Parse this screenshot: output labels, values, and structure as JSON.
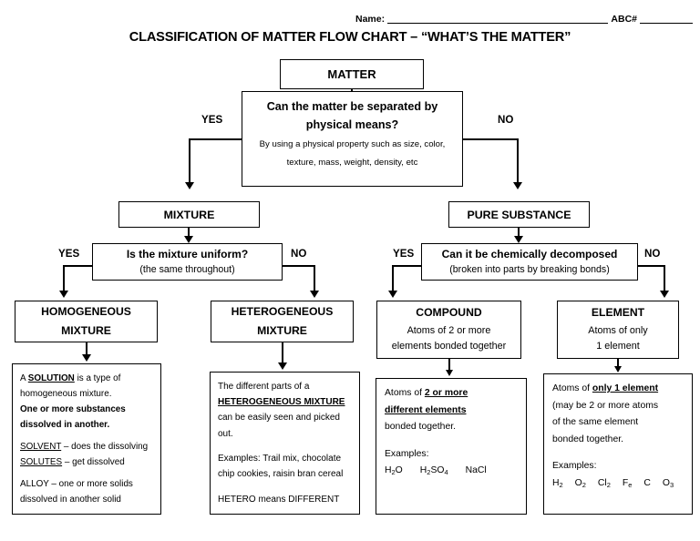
{
  "header": {
    "name_label": "Name:",
    "abc_label": "ABC#",
    "title": "CLASSIFICATION OF MATTER FLOW CHART – “WHAT’S THE MATTER”"
  },
  "flow": {
    "root": {
      "label": "MATTER"
    },
    "q1": {
      "question": "Can the matter be separated by physical means?",
      "detail_line1": "By using a physical property such as size, color,",
      "detail_line2": "texture, mass, weight, density, etc",
      "yes_label": "YES",
      "no_label": "NO"
    },
    "mixture": {
      "label": "MIXTURE"
    },
    "pure_substance": {
      "label": "PURE SUBSTANCE"
    },
    "q2": {
      "question": "Is the mixture uniform?",
      "detail": "(the same throughout)",
      "yes_label": "YES",
      "no_label": "NO"
    },
    "q3": {
      "question": "Can it be chemically decomposed",
      "detail": "(broken into parts by breaking bonds)",
      "yes_label": "YES",
      "no_label": "NO"
    },
    "homogeneous": {
      "line1": "HOMOGENEOUS",
      "line2": "MIXTURE"
    },
    "heterogeneous": {
      "line1": "HETEROGENEOUS",
      "line2": "MIXTURE"
    },
    "compound": {
      "title": "COMPOUND",
      "line1": "Atoms of 2 or more",
      "line2": "elements bonded together"
    },
    "element": {
      "title": "ELEMENT",
      "line1": "Atoms of only",
      "line2": "1 element"
    }
  },
  "details": {
    "solution": {
      "p1_a": "A ",
      "p1_key": "SOLUTION",
      "p1_b": " is a type of",
      "p2": "homogeneous mixture.",
      "p3": "One or more substances",
      "p4": "dissolved in another.",
      "solvent_key": "SOLVENT",
      "solvent_rest": " – does the dissolving",
      "solutes_key": "SOLUTES",
      "solutes_rest": " – get dissolved",
      "alloy1": "ALLOY – one or more solids",
      "alloy2": "dissolved in another solid"
    },
    "heterogeneous_detail": {
      "p1": "The different parts of a",
      "p2_key": "HETEROGENEOUS MIXTURE",
      "p3": "can be easily seen and picked",
      "p4": "out.",
      "examples1": "Examples: Trail mix, chocolate",
      "examples2": "chip cookies, raisin bran cereal",
      "note": "HETERO means DIFFERENT"
    },
    "compound_detail": {
      "p1_a": "Atoms of ",
      "p1_key": "2 or more",
      "p2_key": "different elements",
      "p3": "bonded together.",
      "examples_label": "Examples:",
      "formulas": [
        "H2O",
        "H2SO4",
        "NaCl"
      ],
      "formulas_display": [
        {
          "main": "H",
          "sub": "2",
          "tail": "O"
        },
        {
          "main": "H",
          "sub": "2",
          "tail": "SO",
          "sub2": "4"
        },
        {
          "main": "NaCl",
          "sub": "",
          "tail": ""
        }
      ]
    },
    "element_detail": {
      "p1_a": "Atoms of ",
      "p1_key": "only 1 element",
      "p2": "(may be 2 or more atoms",
      "p3": "of the same element",
      "p4": "bonded together.",
      "examples_label": "Examples:",
      "formulas": [
        "H2",
        "O2",
        "Cl2",
        "Fe",
        "C",
        "O3"
      ]
    }
  }
}
